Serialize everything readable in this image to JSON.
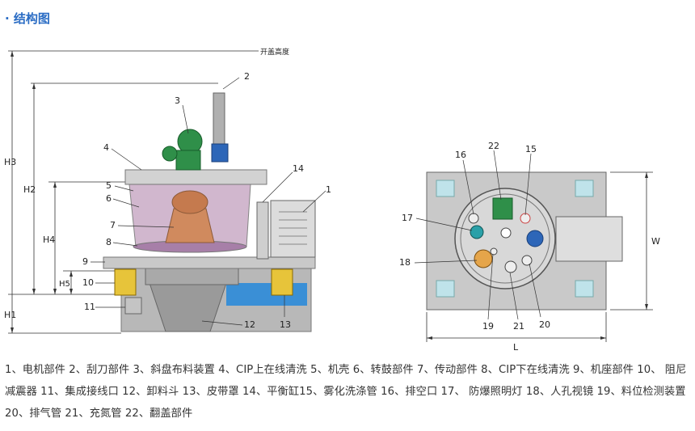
{
  "section": {
    "title": "· 结构图"
  },
  "diagram": {
    "left_view": {
      "labels": {
        "open_height": "开盖高度",
        "H1": "H1",
        "H2": "H2",
        "H3": "H3",
        "H4": "H4",
        "H5": "H5",
        "callouts": [
          "1",
          "2",
          "3",
          "4",
          "5",
          "6",
          "7",
          "8",
          "9",
          "10",
          "11",
          "12",
          "13",
          "14"
        ]
      }
    },
    "right_view": {
      "labels": {
        "W": "W",
        "L": "L",
        "callouts": [
          "15",
          "16",
          "17",
          "18",
          "19",
          "20",
          "21",
          "22"
        ]
      }
    }
  },
  "legend": {
    "text": "1、电机部件 2、刮刀部件 3、斜盘布料装置 4、CIP上在线清洗 5、机壳 6、转鼓部件 7、传动部件 8、CIP下在线清洗 9、机座部件 10、 阻尼减震器 11、集成接线口 12、卸料斗 13、皮带罩 14、平衡缸15、雾化洗涤管 16、排空口 17、 防爆照明灯 18、人孔视镜 19、料位检测装置 20、排气管 21、充氮管 22、翻盖部件"
  }
}
